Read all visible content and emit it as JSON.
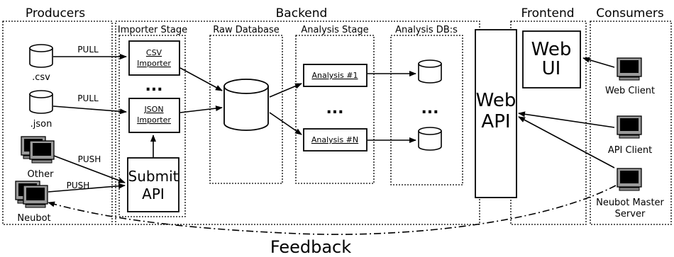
{
  "sections": {
    "producers": "Producers",
    "backend": "Backend",
    "frontend": "Frontend",
    "consumers": "Consumers"
  },
  "stages": {
    "importer": "Importer Stage",
    "raw_db": "Raw Database",
    "analysis": "Analysis Stage",
    "analysis_db": "Analysis DB:s"
  },
  "producers": {
    "csv": ".csv",
    "json": ".json",
    "other": "Other",
    "neubot": "Neubot"
  },
  "edges": {
    "pull1": "PULL",
    "pull2": "PULL",
    "push1": "PUSH",
    "push2": "PUSH"
  },
  "importers": {
    "csv_l1": "CSV",
    "csv_l2": "Importer",
    "json_l1": "JSON",
    "json_l2": "Importer",
    "submit_l1": "Submit",
    "submit_l2": "API"
  },
  "analysis": {
    "a1": "Analysis #1",
    "an": "Analysis #N"
  },
  "web_api": {
    "l1": "Web",
    "l2": "API"
  },
  "web_ui": {
    "l1": "Web",
    "l2": "UI"
  },
  "consumers": {
    "web_client": "Web Client",
    "api_client": "API Client",
    "neubot_master_l1": "Neubot Master",
    "neubot_master_l2": "Server"
  },
  "ellipsis": "...",
  "feedback": "Feedback"
}
